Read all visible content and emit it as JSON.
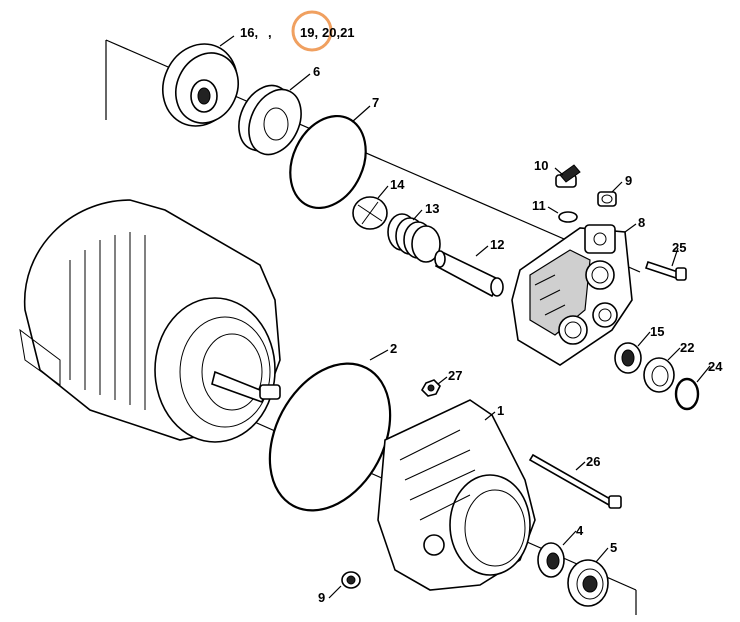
{
  "diagram": {
    "callouts": [
      {
        "id": "c16",
        "text": "16,"
      },
      {
        "id": "c18",
        "text": ","
      },
      {
        "id": "c19",
        "text": "19,"
      },
      {
        "id": "c20",
        "text": "20,21"
      },
      {
        "id": "c6",
        "text": "6"
      },
      {
        "id": "c7",
        "text": "7"
      },
      {
        "id": "c10",
        "text": "10"
      },
      {
        "id": "c9a",
        "text": "9"
      },
      {
        "id": "c11",
        "text": "11"
      },
      {
        "id": "c14",
        "text": "14"
      },
      {
        "id": "c13",
        "text": "13"
      },
      {
        "id": "c8",
        "text": "8"
      },
      {
        "id": "c12",
        "text": "12"
      },
      {
        "id": "c25",
        "text": "25"
      },
      {
        "id": "c2",
        "text": "2"
      },
      {
        "id": "c27",
        "text": "27"
      },
      {
        "id": "c15",
        "text": "15"
      },
      {
        "id": "c22",
        "text": "22"
      },
      {
        "id": "c24",
        "text": "24"
      },
      {
        "id": "c1",
        "text": "1"
      },
      {
        "id": "c26",
        "text": "26"
      },
      {
        "id": "c4",
        "text": "4"
      },
      {
        "id": "c5",
        "text": "5"
      },
      {
        "id": "c9b",
        "text": "9"
      }
    ],
    "highlight_color": "#f0a060"
  }
}
